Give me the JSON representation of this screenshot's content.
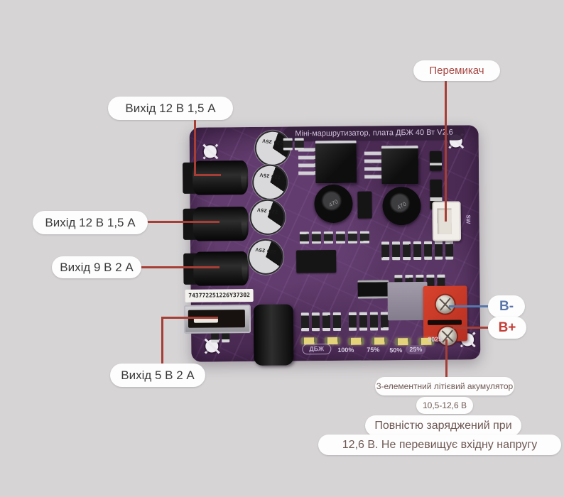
{
  "annotations": {
    "output_12v_a": "Вихід 12 В 1,5 А",
    "output_12v_b": "Вихід 12 В 1,5 А",
    "output_9v": "Вихід 9 В 2 А",
    "output_5v": "Вихід 5 В 2 А",
    "switch": "Перемикач",
    "battery_minus": "B-",
    "battery_plus": "B+",
    "battery_type": "3-елементний літієвий акумулятор",
    "battery_range": "10,5-12,6 В",
    "note_line1": "Повністю заряджений при",
    "note_line2": "12,6 В. Не перевищує вхідну напругу"
  },
  "board": {
    "title": "Міні-маршрутизатор, плата ДБЖ 40 Вт V2.6",
    "serial": "743772251226Y37302",
    "cap_label": "220 25V",
    "inductor_label": "470",
    "silkscreen": {
      "ups": "ДБЖ",
      "p100": "100%",
      "p75": "75%",
      "p50": "50%",
      "p25": "25%",
      "year": "2025",
      "sw": "SW"
    }
  },
  "colors": {
    "background": "#d6d4d5",
    "pcb_purple": "#4b2b54",
    "annotation_line_red": "#a63e35",
    "annotation_line_blue": "#5577ad",
    "label_text": "#3b3b3b",
    "switch_label_text": "#a84742",
    "b_minus_text": "#5a76ab",
    "b_plus_text": "#c33f38",
    "note_text": "#6e5854",
    "terminal_red": "#c8392b",
    "led_yellow": "#e3d47c"
  }
}
